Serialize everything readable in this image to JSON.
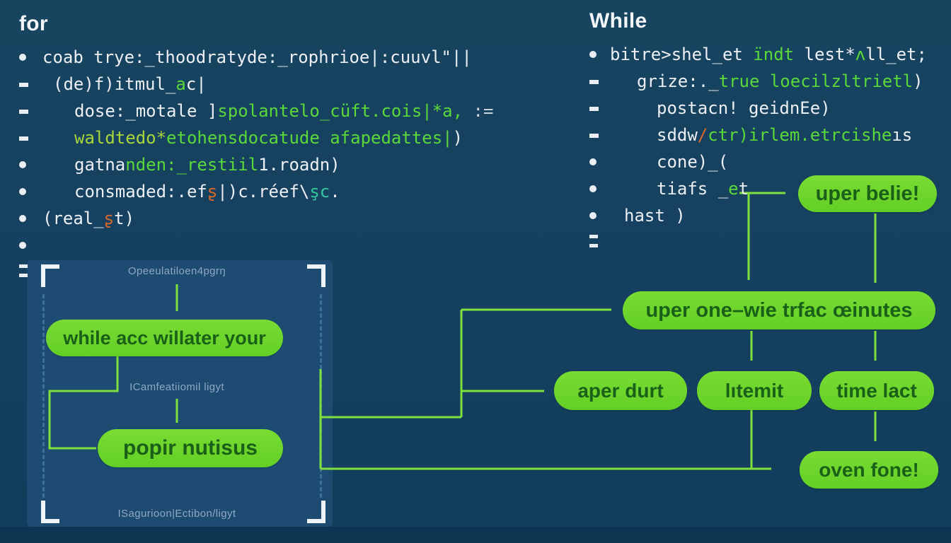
{
  "palette": {
    "background": "#15425f",
    "panel": "#1d4b72",
    "pill_green": "#6fd52c",
    "line_green": "#7fe13c",
    "pill_text_green": "#1a6018",
    "code_white": "#eceff3",
    "code_green": "#5bd83a",
    "code_yellow_green": "#a9d53a",
    "code_orange": "#d96a28",
    "code_teal": "#37c8a2",
    "label_blue_gray": "#8ea8c2",
    "bracket_white": "#eef3f7",
    "bottom_band": "#0d3450"
  },
  "for_block": {
    "title": "for",
    "rows": [
      {
        "bullet": "dot",
        "indent": 33,
        "spans": [
          [
            "coab trye:_thoodratyde:_rophrioe|:cuuvl\"||",
            "w"
          ]
        ]
      },
      {
        "bullet": "dash",
        "indent": 48,
        "spans": [
          [
            "(de)f)itmul_",
            "w"
          ],
          [
            "a",
            "g"
          ],
          [
            "c|",
            "w"
          ]
        ]
      },
      {
        "bullet": "dash",
        "indent": 78,
        "spans": [
          [
            "dose:_motale ]",
            "w"
          ],
          [
            "spolantelo_cüft.cois|*a,",
            "g"
          ],
          [
            " :=",
            "w2"
          ]
        ]
      },
      {
        "bullet": "dash",
        "indent": 78,
        "spans": [
          [
            "waldtedo*",
            "y"
          ],
          [
            "etohensdocatude afapedattes|",
            "g"
          ],
          [
            ")",
            "w"
          ]
        ]
      },
      {
        "bullet": "dot",
        "indent": 78,
        "spans": [
          [
            "gatna",
            "w"
          ],
          [
            "nden:_restiil",
            "g"
          ],
          [
            "1.roadn)",
            "w"
          ]
        ]
      },
      {
        "bullet": "dot",
        "indent": 78,
        "spans": [
          [
            "consmaded:.ef",
            "w"
          ],
          [
            "ʂ",
            "o"
          ],
          [
            "|)c.réef\\",
            "w"
          ],
          [
            "şc",
            "t"
          ],
          [
            ".",
            "w"
          ]
        ]
      },
      {
        "bullet": "dot",
        "indent": 33,
        "spans": [
          [
            "(real_",
            "w"
          ],
          [
            "ʂ",
            "o"
          ],
          [
            "t)",
            "w"
          ]
        ]
      },
      {
        "bullet": "dot",
        "indent": 0,
        "spans": []
      },
      {
        "bullet": "colon",
        "indent": 0,
        "spans": []
      }
    ]
  },
  "while_block": {
    "title": "While",
    "rows": [
      {
        "bullet": "dot",
        "indent": 29,
        "spans": [
          [
            "bitre>shel_et ",
            "w"
          ],
          [
            "ïndt",
            "g"
          ],
          [
            " lest*",
            "w"
          ],
          [
            "ʌ",
            "g"
          ],
          [
            "ll_et;",
            "w"
          ]
        ]
      },
      {
        "bullet": "dash",
        "indent": 67,
        "spans": [
          [
            "grize:._",
            "w"
          ],
          [
            "true loecilzltrietl",
            "g"
          ],
          [
            ")",
            "w"
          ]
        ]
      },
      {
        "bullet": "dash",
        "indent": 95,
        "spans": [
          [
            "postacn! geidnEe)",
            "w"
          ]
        ]
      },
      {
        "bullet": "dash",
        "indent": 95,
        "spans": [
          [
            "sddw",
            "w"
          ],
          [
            "/",
            "o"
          ],
          [
            "ctr)irlem.etrcishe",
            "g"
          ],
          [
            "ıs",
            "w"
          ]
        ]
      },
      {
        "bullet": "dot",
        "indent": 95,
        "spans": [
          [
            "cone)_(",
            "w"
          ]
        ]
      },
      {
        "bullet": "dot",
        "indent": 95,
        "spans": [
          [
            "tiafs _",
            "w"
          ],
          [
            "e",
            "g"
          ],
          [
            "t",
            "w"
          ]
        ]
      },
      {
        "bullet": "dot",
        "indent": 49,
        "spans": [
          [
            "hast )",
            "w"
          ]
        ]
      },
      {
        "bullet": "colon",
        "indent": 0,
        "spans": []
      }
    ]
  },
  "flow": {
    "panel_top_label": "Opeeulatiloen4pgrŋ",
    "panel_box1": "while acc willater your",
    "panel_mid_label": "ICamfeatiiomil ligyt",
    "panel_box2": "popir nutisus",
    "panel_bottom_label": "ISagurioon|Ectibon/ligyt",
    "belie_box": "uper belie!",
    "big_box": "uper one–wie trfac œinutes",
    "aper_box": "aper durt",
    "litemit_box": "lıtemit",
    "time_box": "time lact",
    "oven_box": "oven fone!"
  }
}
